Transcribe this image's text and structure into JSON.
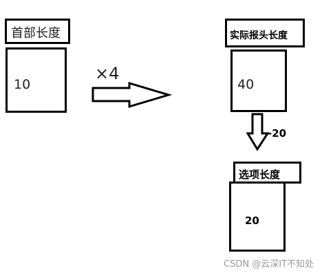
{
  "blocks": {
    "header_length": {
      "title": "首部长度",
      "value": "10"
    },
    "actual_header_length": {
      "title": "实际报头长度",
      "value": "40"
    },
    "option_length": {
      "title": "选项长度",
      "value": "20"
    }
  },
  "ops": {
    "multiply": "×4",
    "subtract": "-20"
  },
  "watermark": "CSDN @云深IT不知处"
}
